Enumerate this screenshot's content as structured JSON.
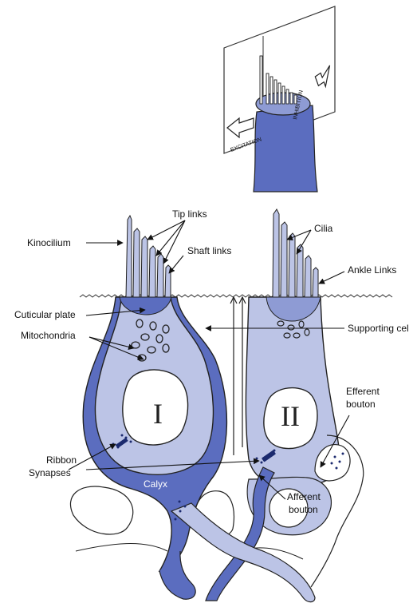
{
  "labels": {
    "tip_links": "Tip links",
    "kinocilium": "Kinocilium",
    "shaft_links": "Shaft links",
    "cilia": "Cilia",
    "ankle_links": "Ankle Links",
    "cuticular_plate": "Cuticular plate",
    "mitochondria": "Mitochondria",
    "supporting_cell": "Supporting cel",
    "efferent_bouton_1": "Efferent",
    "efferent_bouton_2": "bouton",
    "ribbon_1": "Ribbon",
    "ribbon_2": "Synapses",
    "calyx": "Calyx",
    "afferent_bouton_1": "Afferent",
    "afferent_bouton_2": "bouton",
    "type_one": "I",
    "type_two": "II"
  },
  "inset": {
    "excitation": "EXCITATION",
    "inhibition": "INHIBITION"
  },
  "colors": {
    "dark": "#5b6dbf",
    "light": "#bcc4e6",
    "mid": "#8e9bd4",
    "outline": "#222222"
  }
}
